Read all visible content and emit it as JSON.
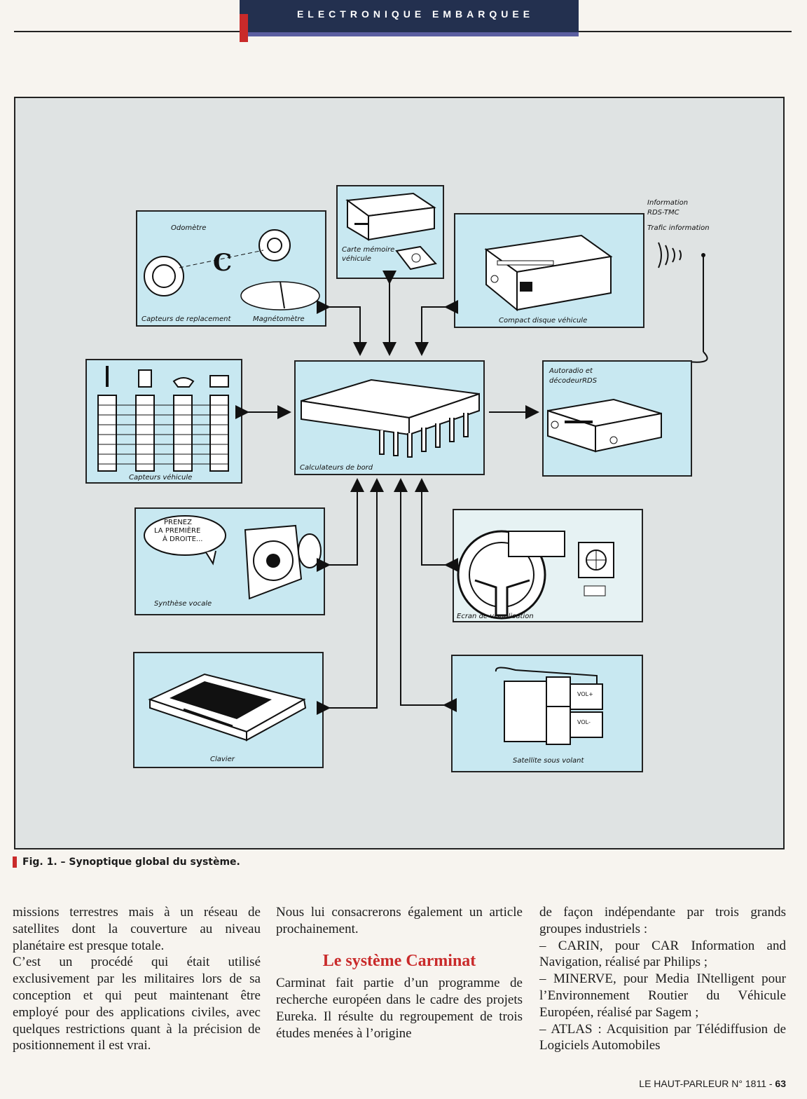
{
  "header": {
    "section": "ELECTRONIQUE EMBARQUEE"
  },
  "figure": {
    "panels": {
      "odometre": {
        "title": "Odomètre",
        "left_label": "Capteurs de replacement",
        "right_label": "Magnétomètre"
      },
      "carte": {
        "label": "Carte mémoire véhicule"
      },
      "compact": {
        "label": "Compact disque véhicule"
      },
      "info": {
        "line1": "Information",
        "line2": "RDS-TMC",
        "line3": "Trafic information"
      },
      "capteurs": {
        "label": "Capteurs véhicule"
      },
      "calculateurs": {
        "label": "Calculateurs de bord"
      },
      "autoradio": {
        "line1": "Autoradio et",
        "line2": "décodeurRDS"
      },
      "synthese": {
        "label": "Synthèse vocale",
        "bubble1": "PRENEZ",
        "bubble2": "LA PREMIÈRE",
        "bubble3": "À DROITE..."
      },
      "ecran": {
        "label": "Ecran de visualisation"
      },
      "clavier": {
        "label": "Clavier"
      },
      "satellite": {
        "label": "Satellite sous volant",
        "vol_plus": "VOL+",
        "vol_minus": "VOL-"
      }
    },
    "caption": "Fig. 1. – Synoptique global du système."
  },
  "article": {
    "col1": "missions terrestres mais à un réseau de satellites dont la couverture au niveau planétaire est presque totale.",
    "col1b": "C’est un procédé qui était utilisé exclusivement par les militaires lors de sa conception et qui peut maintenant être employé pour des applications civiles, avec quelques restrictions quant à la précision de positionnement il est vrai.",
    "col2a": "Nous lui consacrerons également un article prochainement.",
    "heading": "Le système Carminat",
    "col2b": "Carminat fait partie d’un programme de recherche européen dans le cadre des projets Eureka. Il résulte du regroupement de trois études menées à l’origine",
    "col3a": "de façon indépendante par trois grands groupes industriels :",
    "col3b": "– CARIN, pour CAR Information and Navigation, réalisé par Philips ;",
    "col3c": "– MINERVE, pour Media INtelligent pour l’Environnement Routier du Véhicule Européen, réalisé par Sagem ;",
    "col3d": "– ATLAS : Acquisition par Télédiffusion de Logiciels Automobiles"
  },
  "footer": {
    "publication": "LE HAUT-PARLEUR N° 1811 - ",
    "page": "63"
  }
}
